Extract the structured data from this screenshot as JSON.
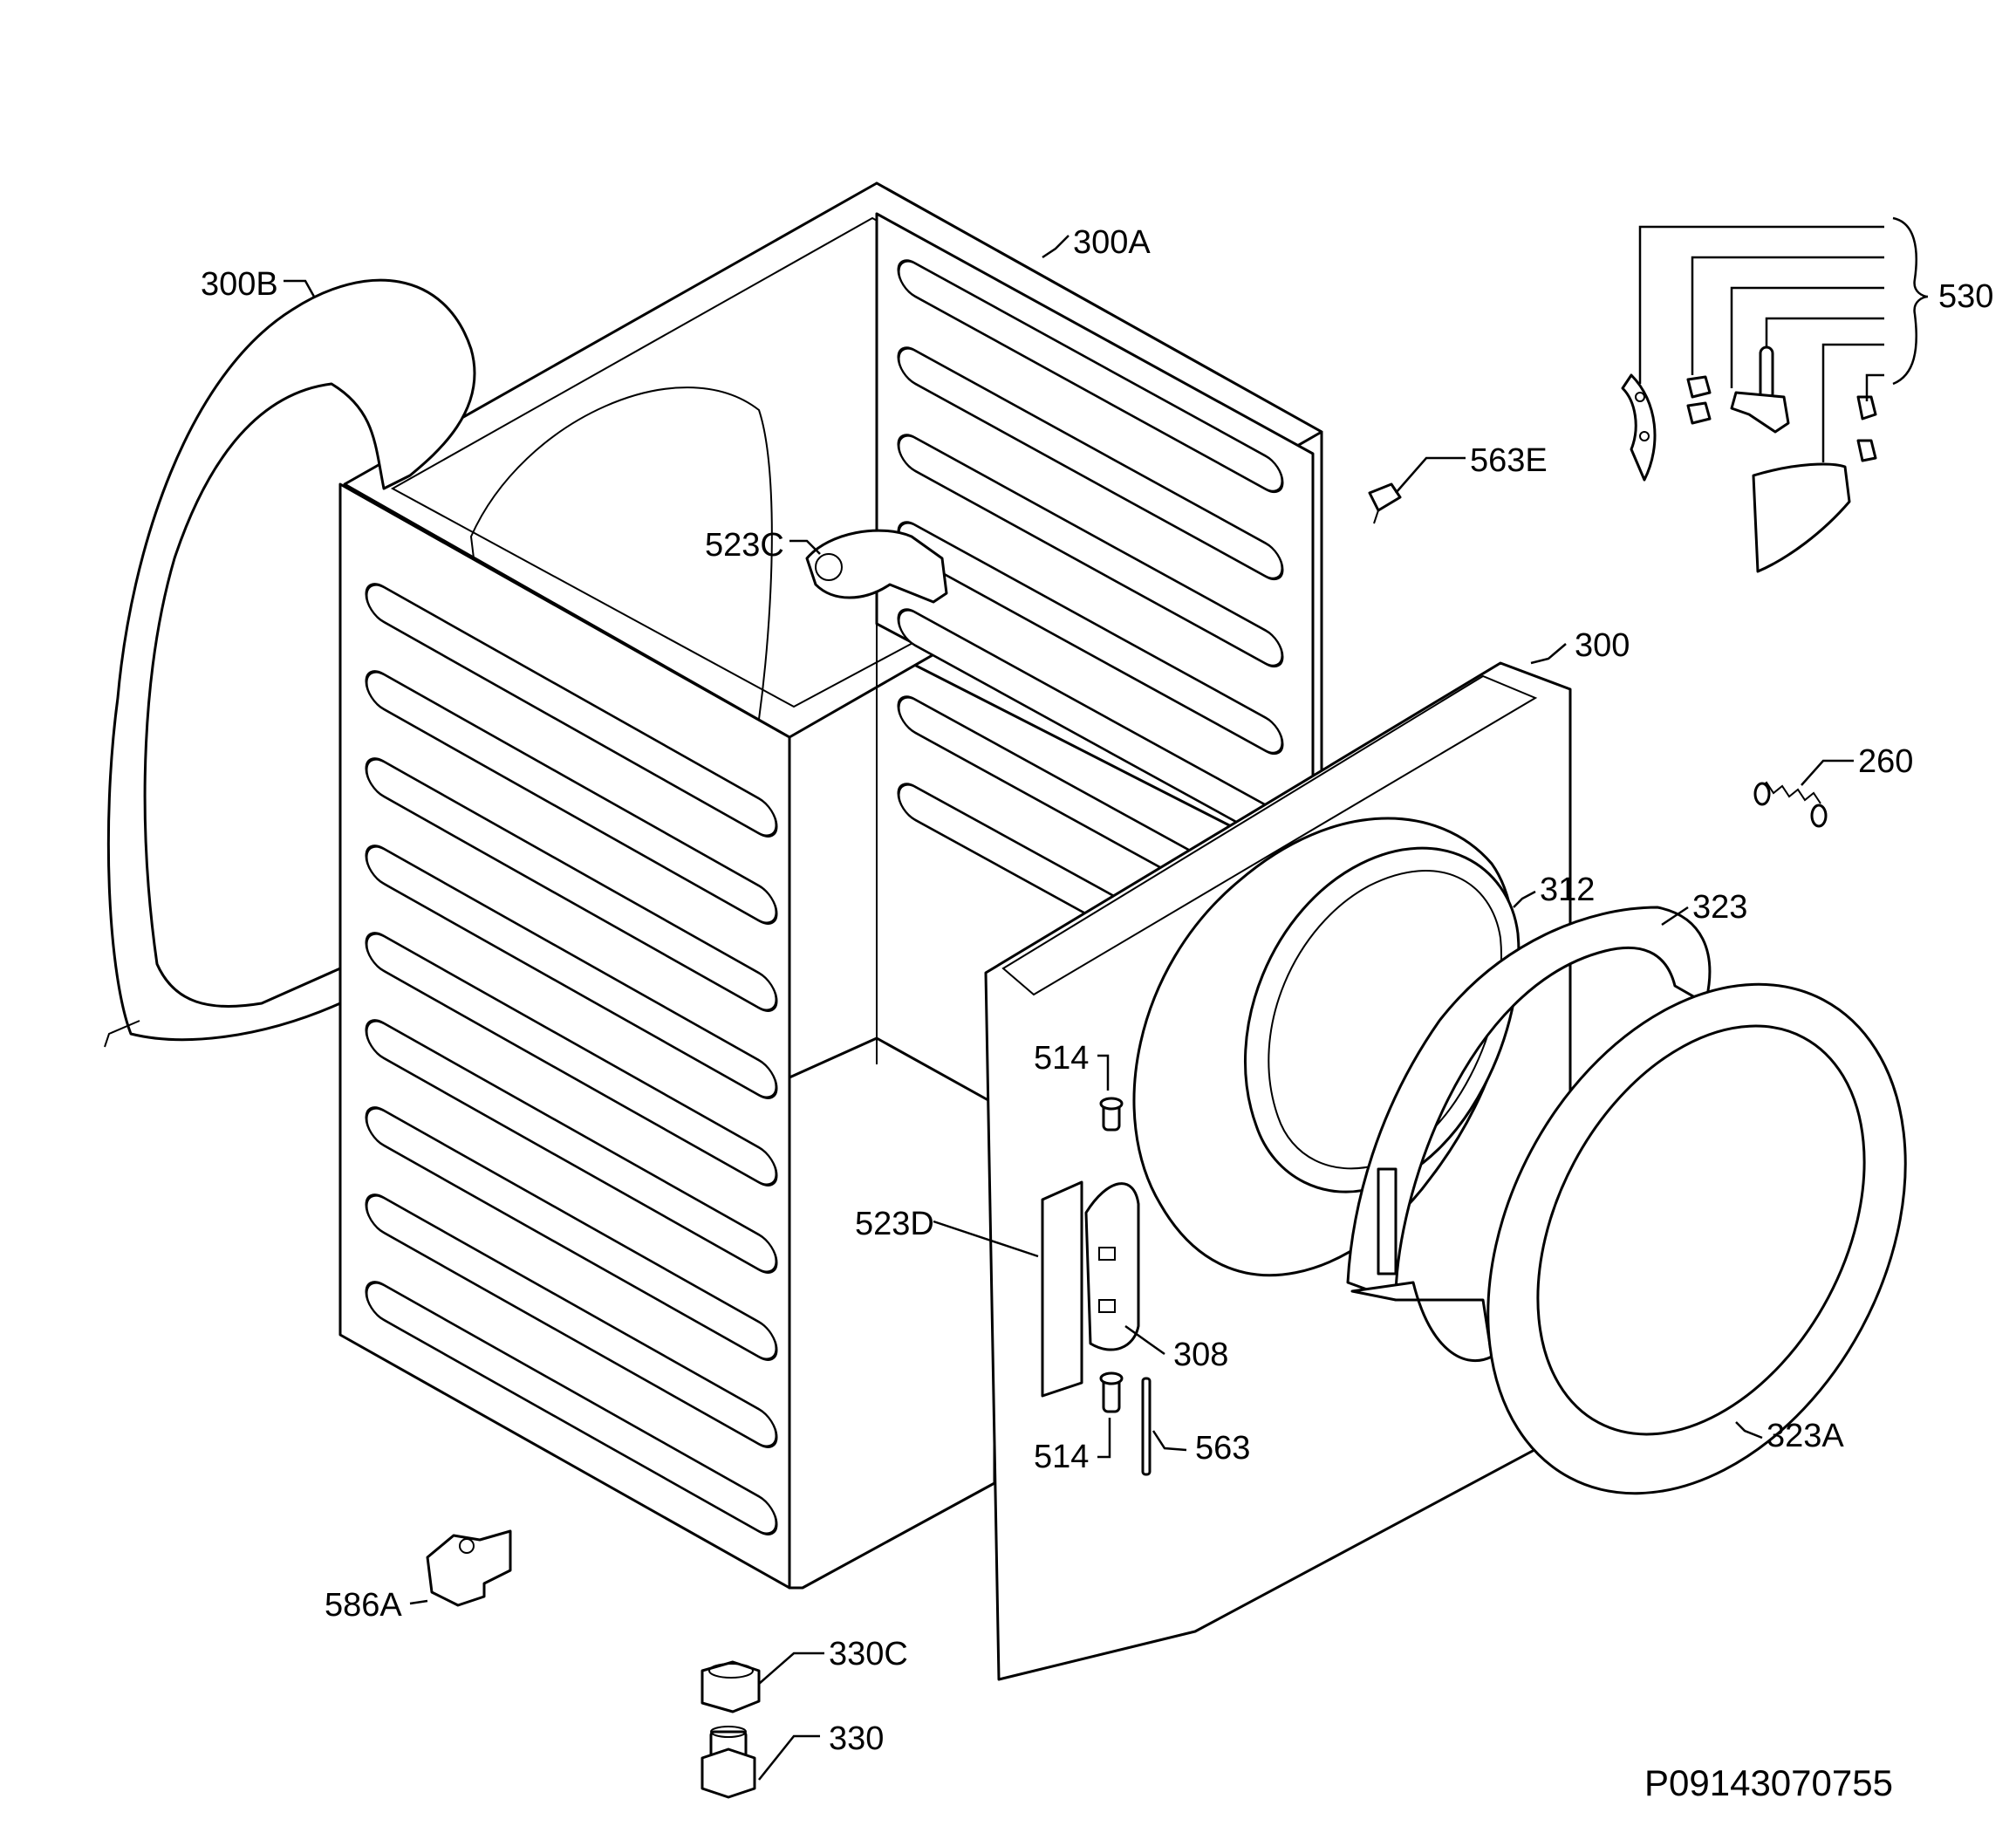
{
  "diagram": {
    "drawing_number": "P09143070755",
    "callouts": [
      {
        "id": "300A",
        "text": "300A"
      },
      {
        "id": "300B",
        "text": "300B"
      },
      {
        "id": "530",
        "text": "530"
      },
      {
        "id": "563E",
        "text": "563E"
      },
      {
        "id": "523C",
        "text": "523C"
      },
      {
        "id": "300",
        "text": "300"
      },
      {
        "id": "260",
        "text": "260"
      },
      {
        "id": "312",
        "text": "312"
      },
      {
        "id": "323",
        "text": "323"
      },
      {
        "id": "514a",
        "text": "514"
      },
      {
        "id": "523D",
        "text": "523D"
      },
      {
        "id": "308",
        "text": "308"
      },
      {
        "id": "514b",
        "text": "514"
      },
      {
        "id": "563",
        "text": "563"
      },
      {
        "id": "323A",
        "text": "323A"
      },
      {
        "id": "586A",
        "text": "586A"
      },
      {
        "id": "330C",
        "text": "330C"
      },
      {
        "id": "330",
        "text": "330"
      }
    ]
  }
}
